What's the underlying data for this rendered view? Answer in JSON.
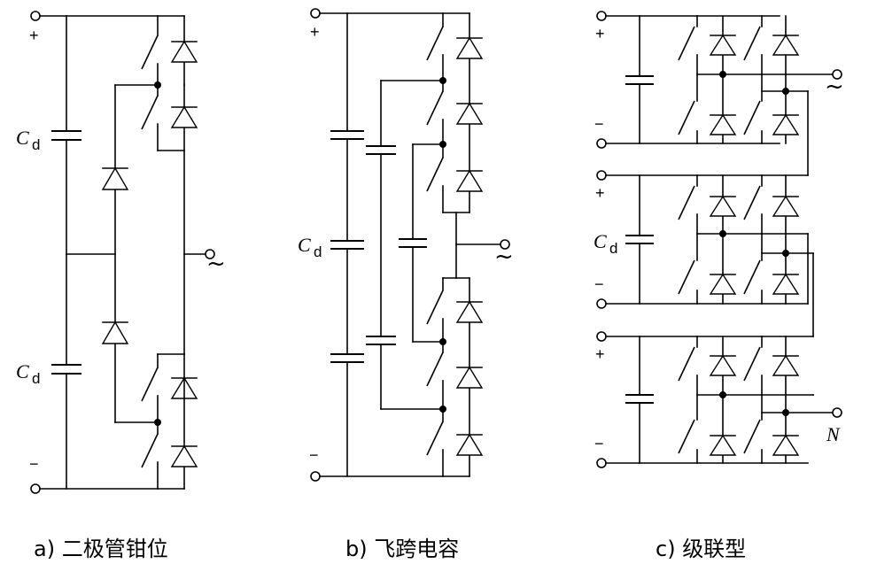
{
  "captions": {
    "a": "a) 二极管钳位",
    "b": "b) 飞跨电容",
    "c": "c) 级联型"
  },
  "labels": {
    "cap_letter": "C",
    "cap_sub": "d",
    "plus": "+",
    "minus": "−",
    "ac": "~",
    "neutral": "N"
  }
}
